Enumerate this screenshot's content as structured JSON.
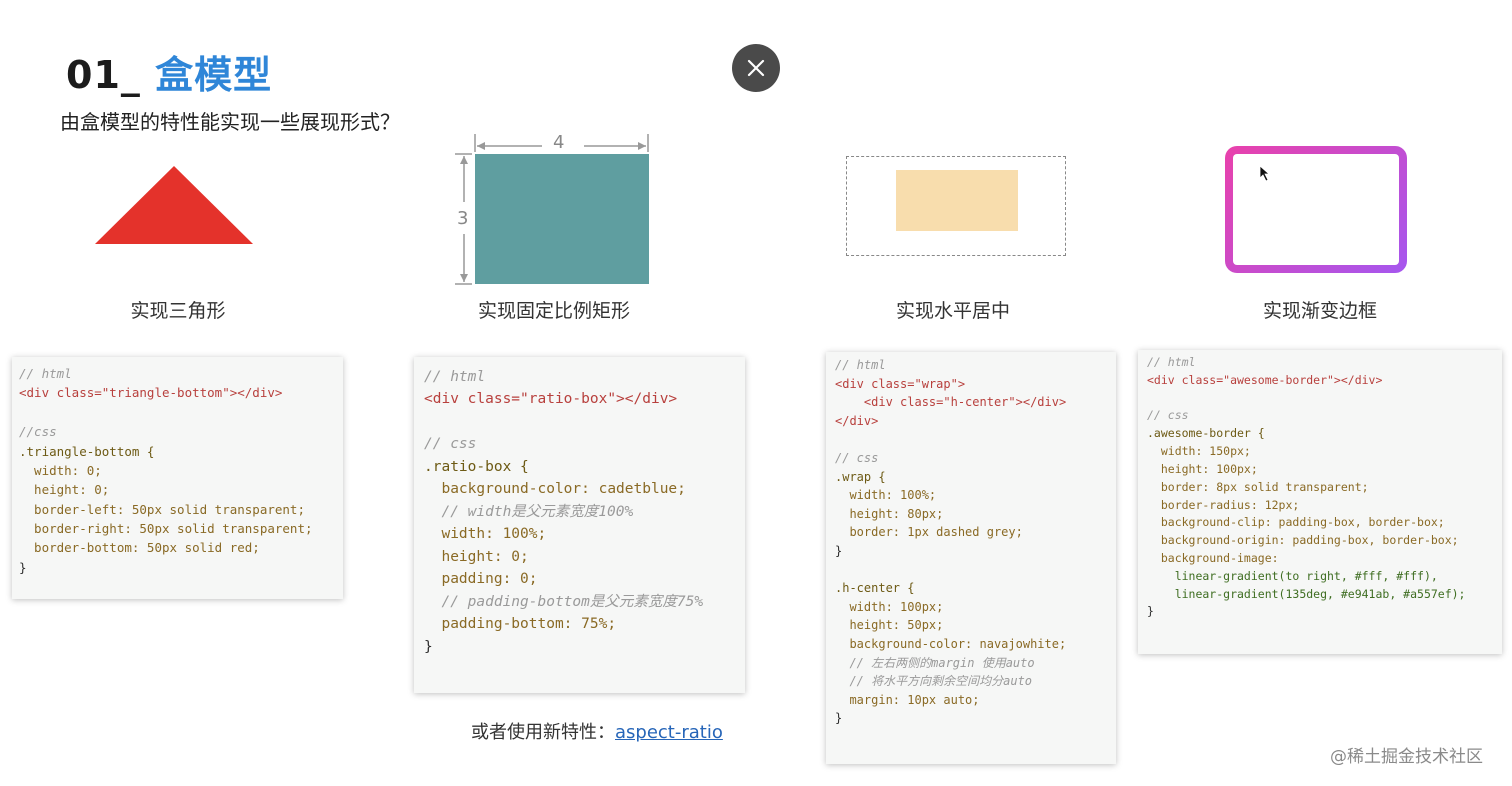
{
  "header": {
    "number": "01_",
    "title": "盒模型",
    "subtitle": "由盒模型的特性能实现一些展现形式？"
  },
  "close_icon": "close-icon",
  "demos": [
    {
      "caption": "实现三角形"
    },
    {
      "caption": "实现固定比例矩形",
      "width_label": "4",
      "height_label": "3"
    },
    {
      "caption": "实现水平居中"
    },
    {
      "caption": "实现渐变边框"
    }
  ],
  "colors": {
    "title_accent": "#2f86d8",
    "triangle": "#e4322b",
    "ratio_box": "#5f9ea0",
    "h_center": "#f8ddad",
    "gradient_start": "#e941ab",
    "gradient_end": "#a557ef"
  },
  "code_blocks": [
    {
      "lines": [
        "// html",
        "<div class=\"triangle-bottom\"></div>",
        "",
        "//css",
        ".triangle-bottom {",
        "  width: 0;",
        "  height: 0;",
        "  border-left: 50px solid transparent;",
        "  border-right: 50px solid transparent;",
        "  border-bottom: 50px solid red;",
        "}"
      ]
    },
    {
      "lines": [
        "// html",
        "<div class=\"ratio-box\"></div>",
        "",
        "// css",
        ".ratio-box {",
        "  background-color: cadetblue;",
        "  // width是父元素宽度100%",
        "  width: 100%;",
        "  height: 0;",
        "  padding: 0;",
        "  // padding-bottom是父元素宽度75%",
        "  padding-bottom: 75%;",
        "}"
      ]
    },
    {
      "lines": [
        "// html",
        "<div class=\"wrap\">",
        "    <div class=\"h-center\"></div>",
        "</div>",
        "",
        "// css",
        ".wrap {",
        "  width: 100%;",
        "  height: 80px;",
        "  border: 1px dashed grey;",
        "}",
        "",
        ".h-center {",
        "  width: 100px;",
        "  height: 50px;",
        "  background-color: navajowhite;",
        "  // 左右两侧的margin 使用auto",
        "  // 将水平方向剩余空间均分auto",
        "  margin: 10px auto;",
        "}"
      ]
    },
    {
      "lines": [
        "// html",
        "<div class=\"awesome-border\"></div>",
        "",
        "// css",
        ".awesome-border {",
        "  width: 150px;",
        "  height: 100px;",
        "  border: 8px solid transparent;",
        "  border-radius: 12px;",
        "  background-clip: padding-box, border-box;",
        "  background-origin: padding-box, border-box;",
        "  background-image:",
        "    linear-gradient(to right, #fff, #fff),",
        "    linear-gradient(135deg, #e941ab, #a557ef);",
        "}"
      ]
    }
  ],
  "footer": {
    "prefix": "或者使用新特性：",
    "link_text": "aspect-ratio"
  },
  "watermark": "@稀土掘金技术社区"
}
